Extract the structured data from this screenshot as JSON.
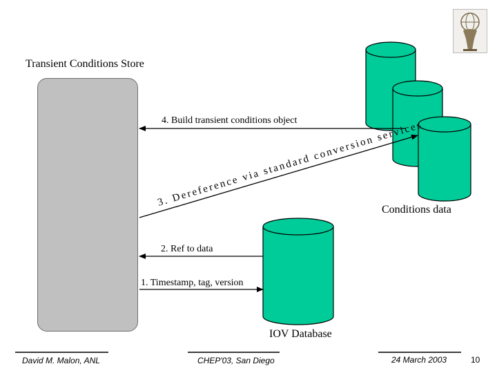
{
  "diagram": {
    "store_title": "Transient Conditions Store",
    "arrow_labels": {
      "build": "4. Build transient conditions object",
      "dereference": "3. Dereference via standard conversion services",
      "ref_to_data": "2. Ref to data",
      "timestamp": "1. Timestamp, tag, version"
    },
    "conditions_data_label": "Conditions data",
    "iov_label": "IOV Database",
    "colors": {
      "database_fill": "#00cc99",
      "store_fill": "#c0c0c0"
    },
    "logo_icon": "atlas-logo-icon"
  },
  "footer": {
    "author": "David M. Malon, ANL",
    "conference": "CHEP'03, San Diego",
    "date": "24 March 2003",
    "page": "10"
  }
}
